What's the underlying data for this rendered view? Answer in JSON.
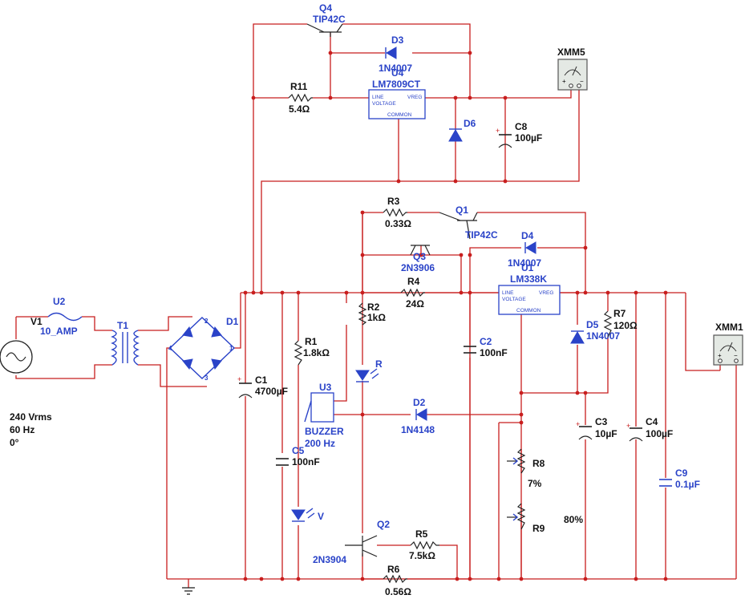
{
  "components": {
    "V1": {
      "ref": "V1",
      "volts": "240 Vrms",
      "freq": "60 Hz",
      "phase": "0°"
    },
    "U2": {
      "ref": "U2",
      "value": "10_AMP"
    },
    "T1": {
      "ref": "T1"
    },
    "D1": {
      "ref": "D1",
      "pins": [
        "2",
        "4",
        "1",
        "3"
      ]
    },
    "C1": {
      "ref": "C1",
      "value": "4700µF"
    },
    "R1": {
      "ref": "R1",
      "value": "1.8kΩ"
    },
    "C5": {
      "ref": "C5",
      "value": "100nF"
    },
    "LED_V": {
      "label": "V"
    },
    "R2": {
      "ref": "R2",
      "value": "1kΩ"
    },
    "LED_R": {
      "label": "R"
    },
    "U3": {
      "ref": "U3",
      "name": "BUZZER",
      "freq": "200 Hz"
    },
    "D2": {
      "ref": "D2",
      "value": "1N4148"
    },
    "Q2": {
      "ref": "Q2",
      "value": "2N3904"
    },
    "R5": {
      "ref": "R5",
      "value": "7.5kΩ"
    },
    "R6": {
      "ref": "R6",
      "value": "0.56Ω"
    },
    "R3": {
      "ref": "R3",
      "value": "0.33Ω"
    },
    "Q1": {
      "ref": "Q1",
      "value": "TIP42C"
    },
    "Q3": {
      "ref": "Q3",
      "value": "2N3906"
    },
    "R4": {
      "ref": "R4",
      "value": "24Ω"
    },
    "D4": {
      "ref": "D4",
      "value": "1N4007"
    },
    "U1": {
      "ref": "U1",
      "value": "LM338K",
      "pin_line": "LINE",
      "pin_voltage": "VOLTAGE",
      "pin_vreg": "VREG",
      "pin_common": "COMMON"
    },
    "C2": {
      "ref": "C2",
      "value": "100nF"
    },
    "D5": {
      "ref": "D5",
      "value": "1N4007"
    },
    "R7": {
      "ref": "R7",
      "value": "120Ω"
    },
    "R8": {
      "ref": "R8",
      "setting": "7%"
    },
    "R9": {
      "ref": "R9",
      "setting": "80%"
    },
    "C3": {
      "ref": "C3",
      "value": "10µF"
    },
    "C4": {
      "ref": "C4",
      "value": "100µF"
    },
    "C9": {
      "ref": "C9",
      "value": "0.1µF"
    },
    "XMM1": {
      "ref": "XMM1"
    },
    "Q4": {
      "ref": "Q4",
      "value": "TIP42C"
    },
    "D3": {
      "ref": "D3",
      "value": "1N4007"
    },
    "R11": {
      "ref": "R11",
      "value": "5.4Ω"
    },
    "U4": {
      "ref": "U4",
      "value": "LM7809CT",
      "pin_line": "LINE",
      "pin_voltage": "VOLTAGE",
      "pin_vreg": "VREG",
      "pin_common": "COMMON"
    },
    "D6": {
      "ref": "D6"
    },
    "C8": {
      "ref": "C8",
      "value": "100µF"
    },
    "XMM5": {
      "ref": "XMM5"
    }
  },
  "colors": {
    "wire": "#c81e1e",
    "component": "#2a43c8",
    "label": "#111111"
  }
}
